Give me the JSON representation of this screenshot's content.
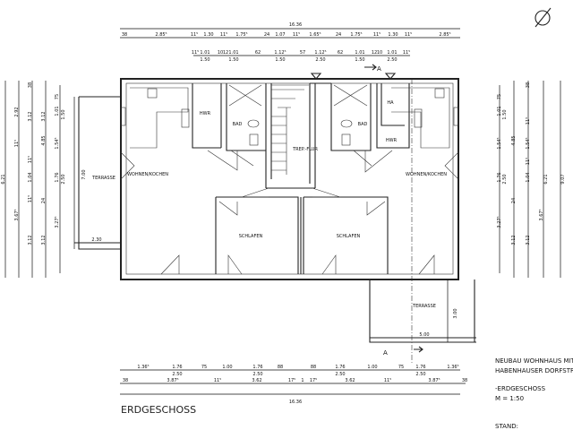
{
  "drawing_title": "ERDGESCHOSS",
  "title_block": {
    "line1": "NEUBAU WOHNHAUS MIT -",
    "line2": "HABENHAUSER DORFSTR.",
    "line3": "-ERDGESCHOSS",
    "scale": "M = 1:50",
    "stand": "STAND:"
  },
  "section_marker": "A",
  "rooms": {
    "hwr_left": "HWR",
    "bad_left": "BAD",
    "trep_flur": "TREP.-FLUR",
    "wohnen_left": "WOHNEN/KOCHEN",
    "schlafen_left": "SCHLAFEN",
    "schlafen_right": "SCHLAFEN",
    "bad_right": "BAD",
    "ha_right": "HA",
    "hwr_right": "HWR",
    "wohnen_right": "WOHNEN/KOCHEN",
    "terrasse_left": "TERRASSE",
    "terrasse_right": "TERRASSE"
  },
  "dimensions": {
    "total_top": "16.36",
    "top_row1": [
      "38",
      "2.85⁵",
      "11⁵",
      "1.30",
      "11⁵",
      "1.75⁵",
      "24",
      "1.07",
      "11⁵",
      "1.65⁵",
      "24",
      "1.75⁵",
      "11⁵",
      "1.30",
      "11⁵",
      "2.85⁵"
    ],
    "top_row2": [
      "11⁵",
      "1.01",
      "1.50",
      "10",
      "12",
      "1.01",
      "1.50",
      "62",
      "1.12⁵",
      "1.50",
      "57",
      "1.12⁵",
      "2.50",
      "62",
      "1.01",
      "1.50",
      "12",
      "10",
      "1.01",
      "2.50",
      "11⁵"
    ],
    "bottom_row1": [
      "1.36⁵",
      "1.76",
      "2.50",
      "75",
      "1.00",
      "1.76",
      "2.50",
      "88",
      "88",
      "1.76",
      "2.50",
      "1.00",
      "75",
      "1.76",
      "2.50",
      "1.36⁵"
    ],
    "bottom_row2": [
      "38",
      "3.87⁵",
      "11⁵",
      "3.62",
      "17⁵",
      "1",
      "17⁵",
      "3.62",
      "11⁵",
      "3.87⁵",
      "38"
    ],
    "total_bottom": "16.36",
    "left_terrace_depth": "7.00",
    "left_terrace_width": "2.30",
    "right_terrace_depth": "3.00",
    "right_terrace_width": "5.00",
    "left_side": [
      "6.21",
      "2.92",
      "11⁵",
      "3.67⁵",
      "3.12",
      "11⁵",
      "1.04",
      "11⁵",
      "3.12",
      "3.12",
      "4.85",
      "24",
      "3.12",
      "75",
      "1.01",
      "1.50",
      "1.54⁵",
      "1.76",
      "2.50",
      "3.27⁵",
      "38"
    ],
    "right_side": [
      "75",
      "1.01",
      "1.50",
      "1.54⁵",
      "1.76",
      "2.50",
      "3.27⁵",
      "4.85",
      "24",
      "3.12",
      "3.12",
      "11⁵",
      "1.04",
      "11⁵",
      "1.54⁵",
      "3.67⁵",
      "6.21",
      "9.07",
      "38"
    ]
  }
}
